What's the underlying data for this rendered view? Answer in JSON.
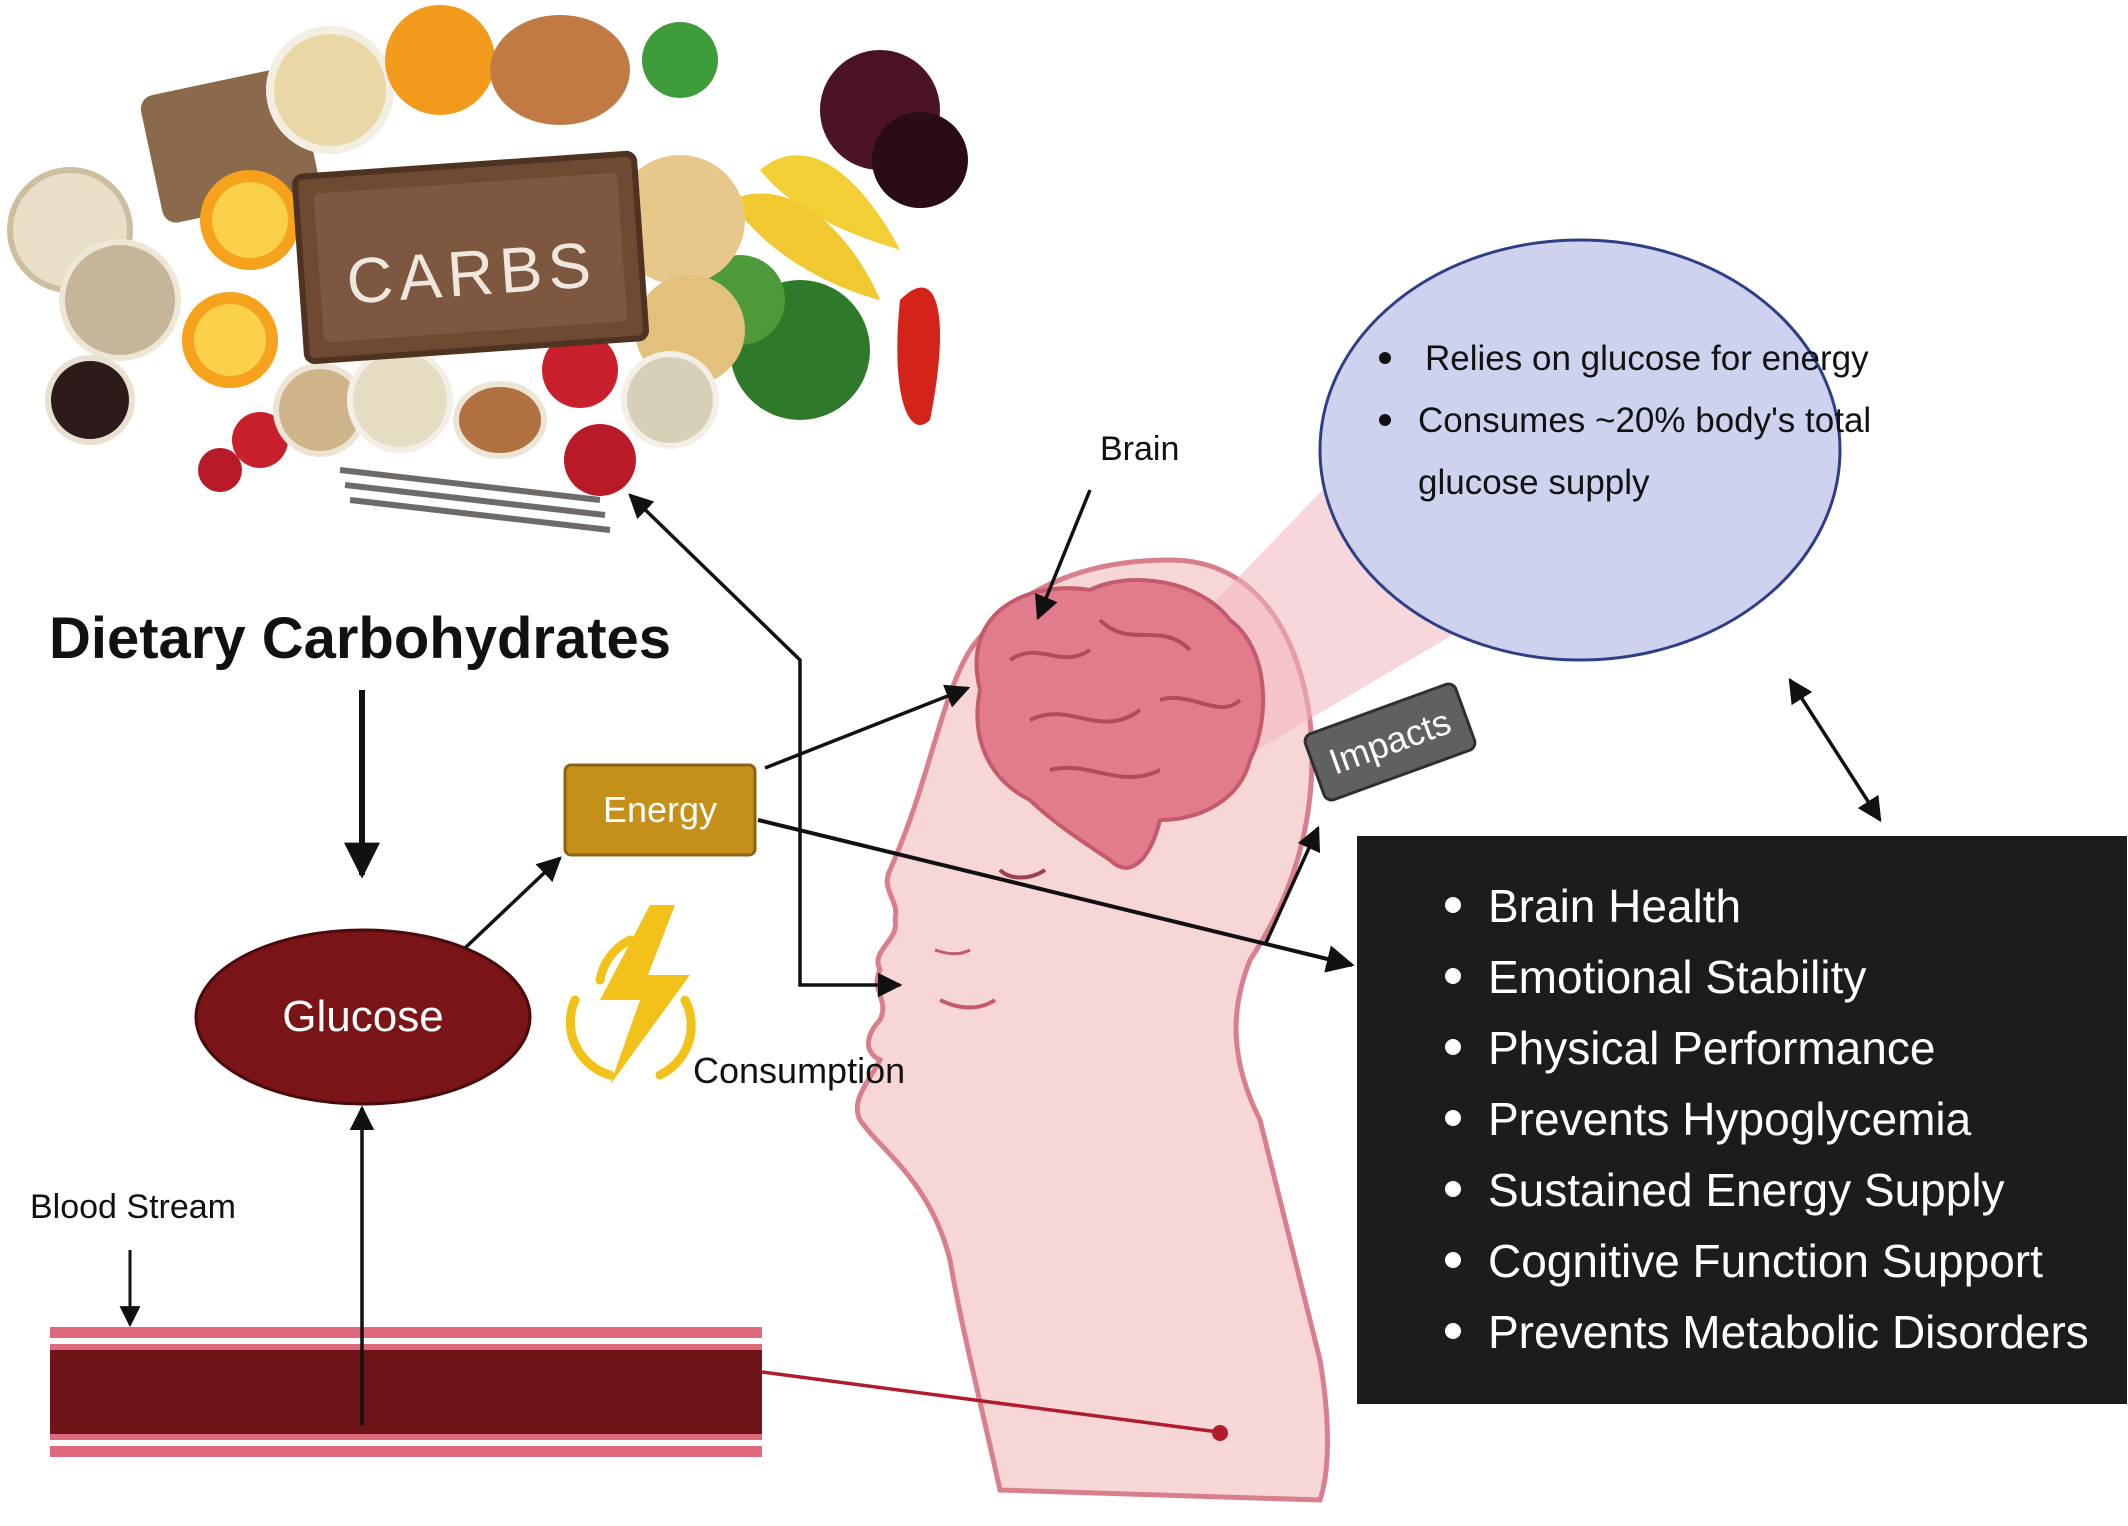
{
  "title": "Dietary Carbohydrates",
  "food_image": {
    "board_text": "CARBS",
    "icon": "carbohydrate-foods-illustration"
  },
  "nodes": {
    "glucose": "Glucose",
    "energy": "Energy",
    "impacts": "Impacts",
    "brain": "Brain",
    "consumption": "Consumption",
    "blood_stream": "Blood Stream"
  },
  "brain_bubble": {
    "items": [
      "Relies on glucose for energy",
      "Consumes ~20% body's total",
      "glucose supply"
    ]
  },
  "impacts_list": {
    "items": [
      "Brain Health",
      "Emotional Stability",
      "Physical Performance",
      "Prevents Hypoglycemia",
      "Sustained Energy Supply",
      "Cognitive Function Support",
      "Prevents Metabolic Disorders"
    ]
  },
  "colors": {
    "glucose_fill": "#7a1416",
    "energy_fill": "#c4901a",
    "impacts_fill": "#5f6160",
    "bubble_fill": "#cfd2ee",
    "bubble_stroke": "#2f3f86",
    "impact_box": "#1c1c1c",
    "blood_dark": "#6e1318",
    "blood_light": "#e06a7c",
    "head_fill": "#f7d6d8",
    "head_stroke": "#d97f8c",
    "brain_fill": "#e07c8c",
    "lightning": "#f2c21b"
  }
}
